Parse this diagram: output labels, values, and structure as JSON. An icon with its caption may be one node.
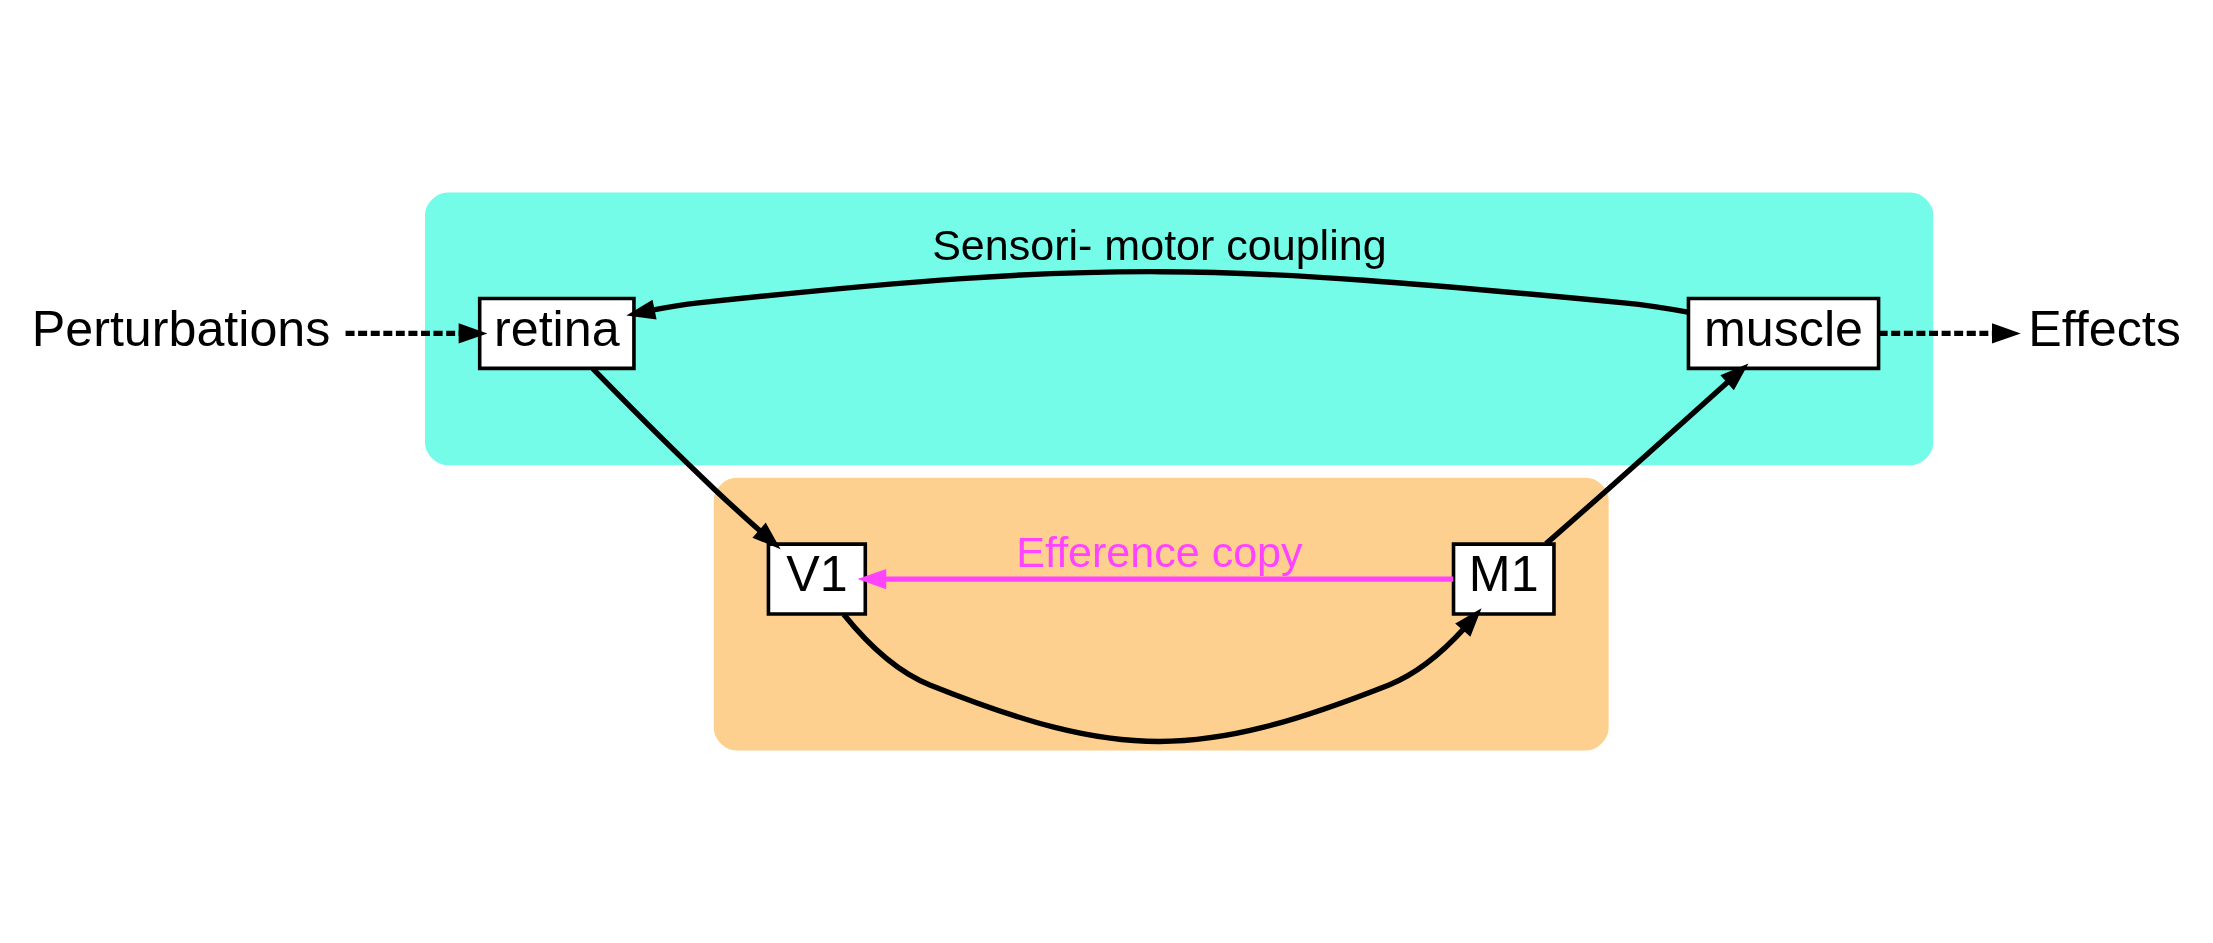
{
  "diagram": {
    "nodes": [
      {
        "text": [
          "Perturbations"
        ]
      },
      {
        "text": [],
        "shape": "box"
      },
      {
        "text": [],
        "shape": "box"
      },
      {
        "text": [
          "retina"
        ],
        "in": 2
      },
      {
        "text": [
          "V1"
        ],
        "in": 1
      },
      {
        "text": [
          "muscle"
        ],
        "in": 2
      },
      {
        "text": [
          "M1"
        ],
        "in": 1
      },
      {
        "text": [
          "Effects"
        ]
      }
    ],
    "edges": [
      {
        "from": 0,
        "to": 3,
        "arrow": "to",
        "style": "dashed"
      },
      {
        "from": 3,
        "to": 4,
        "arrow": "to"
      },
      {
        "from": 4,
        "to": 6,
        "arrow": "to"
      },
      {
        "from": 6,
        "to": 5,
        "arrow": "to"
      },
      {
        "from": 5,
        "to": 3,
        "arrow": "to",
        "label": "Sensori- motor coupling"
      },
      {
        "from": 6,
        "to": 4,
        "arrow": "to",
        "label": "Efference copy",
        "color": "#ff44ff"
      },
      {
        "from": 5,
        "to": 7,
        "arrow": "to",
        "style": "dashed"
      }
    ]
  }
}
